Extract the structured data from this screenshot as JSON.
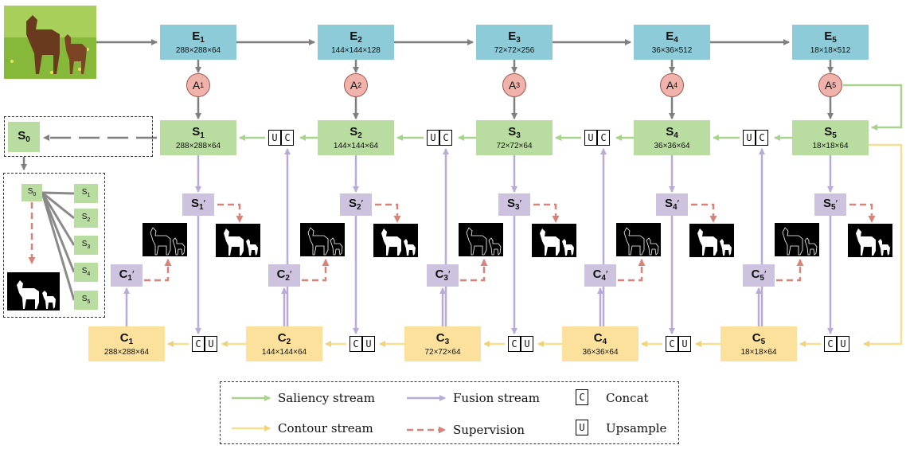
{
  "input_image": "horse-and-foal-photo",
  "encoders": [
    {
      "label": "E",
      "sub": "1",
      "dims": "288×288×64"
    },
    {
      "label": "E",
      "sub": "2",
      "dims": "144×144×128"
    },
    {
      "label": "E",
      "sub": "3",
      "dims": "72×72×256"
    },
    {
      "label": "E",
      "sub": "4",
      "dims": "36×36×512"
    },
    {
      "label": "E",
      "sub": "5",
      "dims": "18×18×512"
    }
  ],
  "attention": [
    {
      "label": "A",
      "sub": "1"
    },
    {
      "label": "A",
      "sub": "2"
    },
    {
      "label": "A",
      "sub": "3"
    },
    {
      "label": "A",
      "sub": "4"
    },
    {
      "label": "A",
      "sub": "5"
    }
  ],
  "saliency": [
    {
      "label": "S",
      "sub": "1",
      "dims": "288×288×64"
    },
    {
      "label": "S",
      "sub": "2",
      "dims": "144×144×64"
    },
    {
      "label": "S",
      "sub": "3",
      "dims": "72×72×64"
    },
    {
      "label": "S",
      "sub": "4",
      "dims": "36×36×64"
    },
    {
      "label": "S",
      "sub": "5",
      "dims": "18×18×64"
    }
  ],
  "contour": [
    {
      "label": "C",
      "sub": "1",
      "dims": "288×288×64"
    },
    {
      "label": "C",
      "sub": "2",
      "dims": "144×144×64"
    },
    {
      "label": "C",
      "sub": "3",
      "dims": "72×72×64"
    },
    {
      "label": "C",
      "sub": "4",
      "dims": "36×36×64"
    },
    {
      "label": "C",
      "sub": "5",
      "dims": "18×18×64"
    }
  ],
  "s_prime": [
    {
      "label": "S",
      "sub": "1",
      "prime": "′"
    },
    {
      "label": "S",
      "sub": "2",
      "prime": "′"
    },
    {
      "label": "S",
      "sub": "3",
      "prime": "′"
    },
    {
      "label": "S",
      "sub": "4",
      "prime": "′"
    },
    {
      "label": "S",
      "sub": "5",
      "prime": "′"
    }
  ],
  "c_prime": [
    {
      "label": "C",
      "sub": "1",
      "prime": "′"
    },
    {
      "label": "C",
      "sub": "2",
      "prime": "′"
    },
    {
      "label": "C",
      "sub": "3",
      "prime": "′"
    },
    {
      "label": "C",
      "sub": "4",
      "prime": "′"
    },
    {
      "label": "C",
      "sub": "5",
      "prime": "′"
    }
  ],
  "s0": {
    "label": "S",
    "sub": "0"
  },
  "fusion_inset": {
    "source": {
      "label": "S",
      "sub": "0"
    },
    "targets": [
      {
        "label": "S",
        "sub": "1"
      },
      {
        "label": "S",
        "sub": "2"
      },
      {
        "label": "S",
        "sub": "3"
      },
      {
        "label": "S",
        "sub": "4"
      },
      {
        "label": "S",
        "sub": "5"
      }
    ]
  },
  "ops": {
    "concat": "C",
    "upsample": "U"
  },
  "legend": {
    "saliency_stream": "Saliency stream",
    "fusion_stream": "Fusion stream",
    "concat_symbol": "C",
    "concat": "Concat",
    "contour_stream": "Contour stream",
    "supervision": "Supervision",
    "upsample_symbol": "U",
    "upsample": "Upsample"
  },
  "colors": {
    "encoder": "#8dcbd9",
    "saliency": "#b9dca0",
    "contour": "#fbe19b",
    "fusion": "#cdc3de",
    "attention": "#f0b3ab",
    "supervision": "#d9827a",
    "saliency_line": "#a9d38c",
    "contour_line": "#f7df90",
    "fusion_line": "#b8acd6",
    "main_line": "#7f7f7f"
  }
}
